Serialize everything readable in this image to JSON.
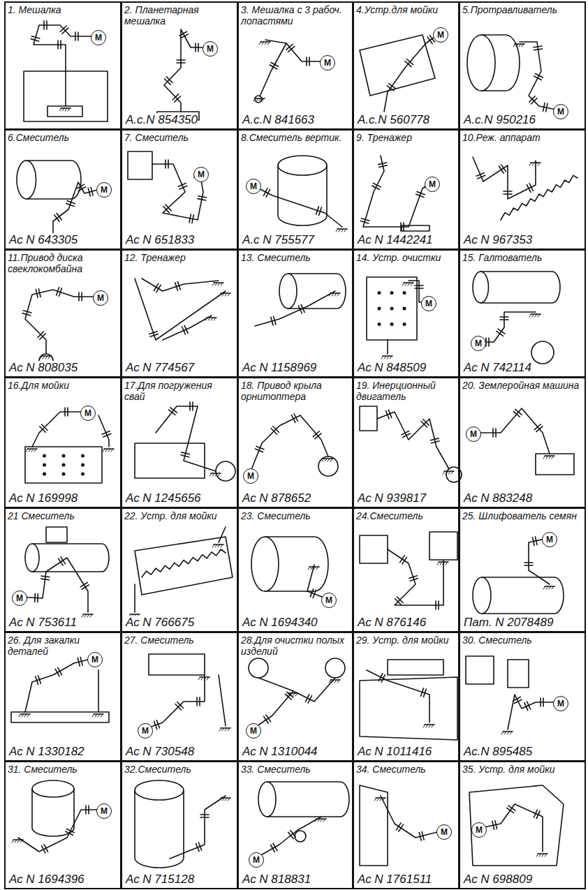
{
  "diagram": {
    "nodes": [
      {
        "text": [
          "1. Мешалка"
        ]
      },
      {
        "text": [
          "М"
        ],
        "in": 0
      },
      {
        "text": [
          "2. Планетарная мешалка",
          "А.с.N 854350"
        ]
      },
      {
        "text": [
          "М"
        ],
        "in": 2
      },
      {
        "text": [
          "3. Мешалка с 3 рабоч. лопастями",
          "А.с.N 841663"
        ]
      },
      {
        "text": [
          "М"
        ],
        "in": 4
      },
      {
        "text": [
          "4.Устр.для мойки",
          "А.с.N 560778"
        ]
      },
      {
        "text": [
          "М"
        ],
        "in": 6
      },
      {
        "text": [
          "5.Протравливатель",
          "А.с.N 950216"
        ]
      },
      {
        "text": [
          "М"
        ],
        "in": 8
      },
      {
        "text": [
          "6.Смеситель",
          "Ас N 643305"
        ]
      },
      {
        "text": [
          "М"
        ],
        "in": 10
      },
      {
        "text": [
          "7. Смеситель",
          "Ас N 651833"
        ]
      },
      {
        "text": [
          "М"
        ],
        "in": 12
      },
      {
        "text": [
          "8.Смеситель вертик.",
          "А.с N 755577"
        ]
      },
      {
        "text": [
          "М"
        ],
        "in": 14
      },
      {
        "text": [
          "9. Тренажер",
          "Ас N 1442241"
        ]
      },
      {
        "text": [
          "М"
        ],
        "in": 16
      },
      {
        "text": [
          "10.Реж. аппарат",
          "Ас N 967353"
        ]
      },
      {
        "text": [
          "11.Привод диска свеклокомбайна",
          "Ас N 808035"
        ]
      },
      {
        "text": [
          "М"
        ],
        "in": 19
      },
      {
        "text": [
          "12. Тренажер",
          "Ас N 774567"
        ]
      },
      {
        "text": [
          "13. Смеситель",
          "Ас N 1158969"
        ]
      },
      {
        "text": [
          "14. Устр. очистки",
          "Ас N 848509"
        ]
      },
      {
        "text": [
          "М"
        ],
        "in": 23
      },
      {
        "text": [
          "15. Галтователь",
          "Ас N 742114"
        ]
      },
      {
        "text": [
          "М"
        ],
        "in": 25
      },
      {
        "text": [
          "16.Для мойки",
          "Ас N 169998"
        ]
      },
      {
        "text": [
          "М"
        ],
        "in": 27
      },
      {
        "text": [
          "17.Для погружения свай",
          "Ас N 1245656"
        ]
      },
      {
        "text": [
          "18. Привод крыла орнитоптера",
          "Ас N 878652"
        ]
      },
      {
        "text": [
          "М"
        ],
        "in": 30
      },
      {
        "text": [
          "19. Инерционный двигатель",
          "Ас N 939817"
        ]
      },
      {
        "text": [
          "20. Землеройная машина",
          "Ас N 883248"
        ]
      },
      {
        "text": [
          "М"
        ],
        "in": 33
      },
      {
        "text": [
          "21 Смеситель",
          "Ас N 753611"
        ]
      },
      {
        "text": [
          "М"
        ],
        "in": 35
      },
      {
        "text": [
          "22. Устр. для мойки",
          "Ас N 766675"
        ]
      },
      {
        "text": [
          "23. Смеситель",
          "Ас N 1694340"
        ]
      },
      {
        "text": [
          "М"
        ],
        "in": 38
      },
      {
        "text": [
          "24.Смеситель",
          "Ас N 876146"
        ]
      },
      {
        "text": [
          "25. Шлифователь семян",
          "Пат. N 2078489"
        ]
      },
      {
        "text": [
          "М"
        ],
        "in": 41
      },
      {
        "text": [
          "26. Для закалки деталей",
          "Ас N 1330182"
        ]
      },
      {
        "text": [
          "М"
        ],
        "in": 43
      },
      {
        "text": [
          "27. Смеситель",
          "Ас N 730548"
        ]
      },
      {
        "text": [
          "М"
        ],
        "in": 45
      },
      {
        "text": [
          "28.Для очистки полых изделий",
          "Ас N 1310044"
        ]
      },
      {
        "text": [
          "М"
        ],
        "in": 47
      },
      {
        "text": [
          "29. Устр. для мойки",
          "Ас N 1011416"
        ]
      },
      {
        "text": [
          "30. Смеситель",
          "Ас.N 895485"
        ]
      },
      {
        "text": [
          "М"
        ],
        "in": 50
      },
      {
        "text": [
          "31. Смеситель",
          "Ас N 1694396"
        ]
      },
      {
        "text": [
          "М"
        ],
        "in": 52
      },
      {
        "text": [
          "32.Смеситель",
          "Ас N 715128"
        ]
      },
      {
        "text": [
          "33. Смеситель",
          "Ас N 818831"
        ]
      },
      {
        "text": [
          "М"
        ],
        "in": 55
      },
      {
        "text": [
          "34. Смеситель",
          "Ас N 1761511"
        ]
      },
      {
        "text": [
          "М"
        ],
        "in": 57
      },
      {
        "text": [
          "35. Устр. для мойки",
          "Ас N 698809"
        ]
      },
      {
        "text": [
          "М"
        ],
        "in": 59
      }
    ]
  }
}
